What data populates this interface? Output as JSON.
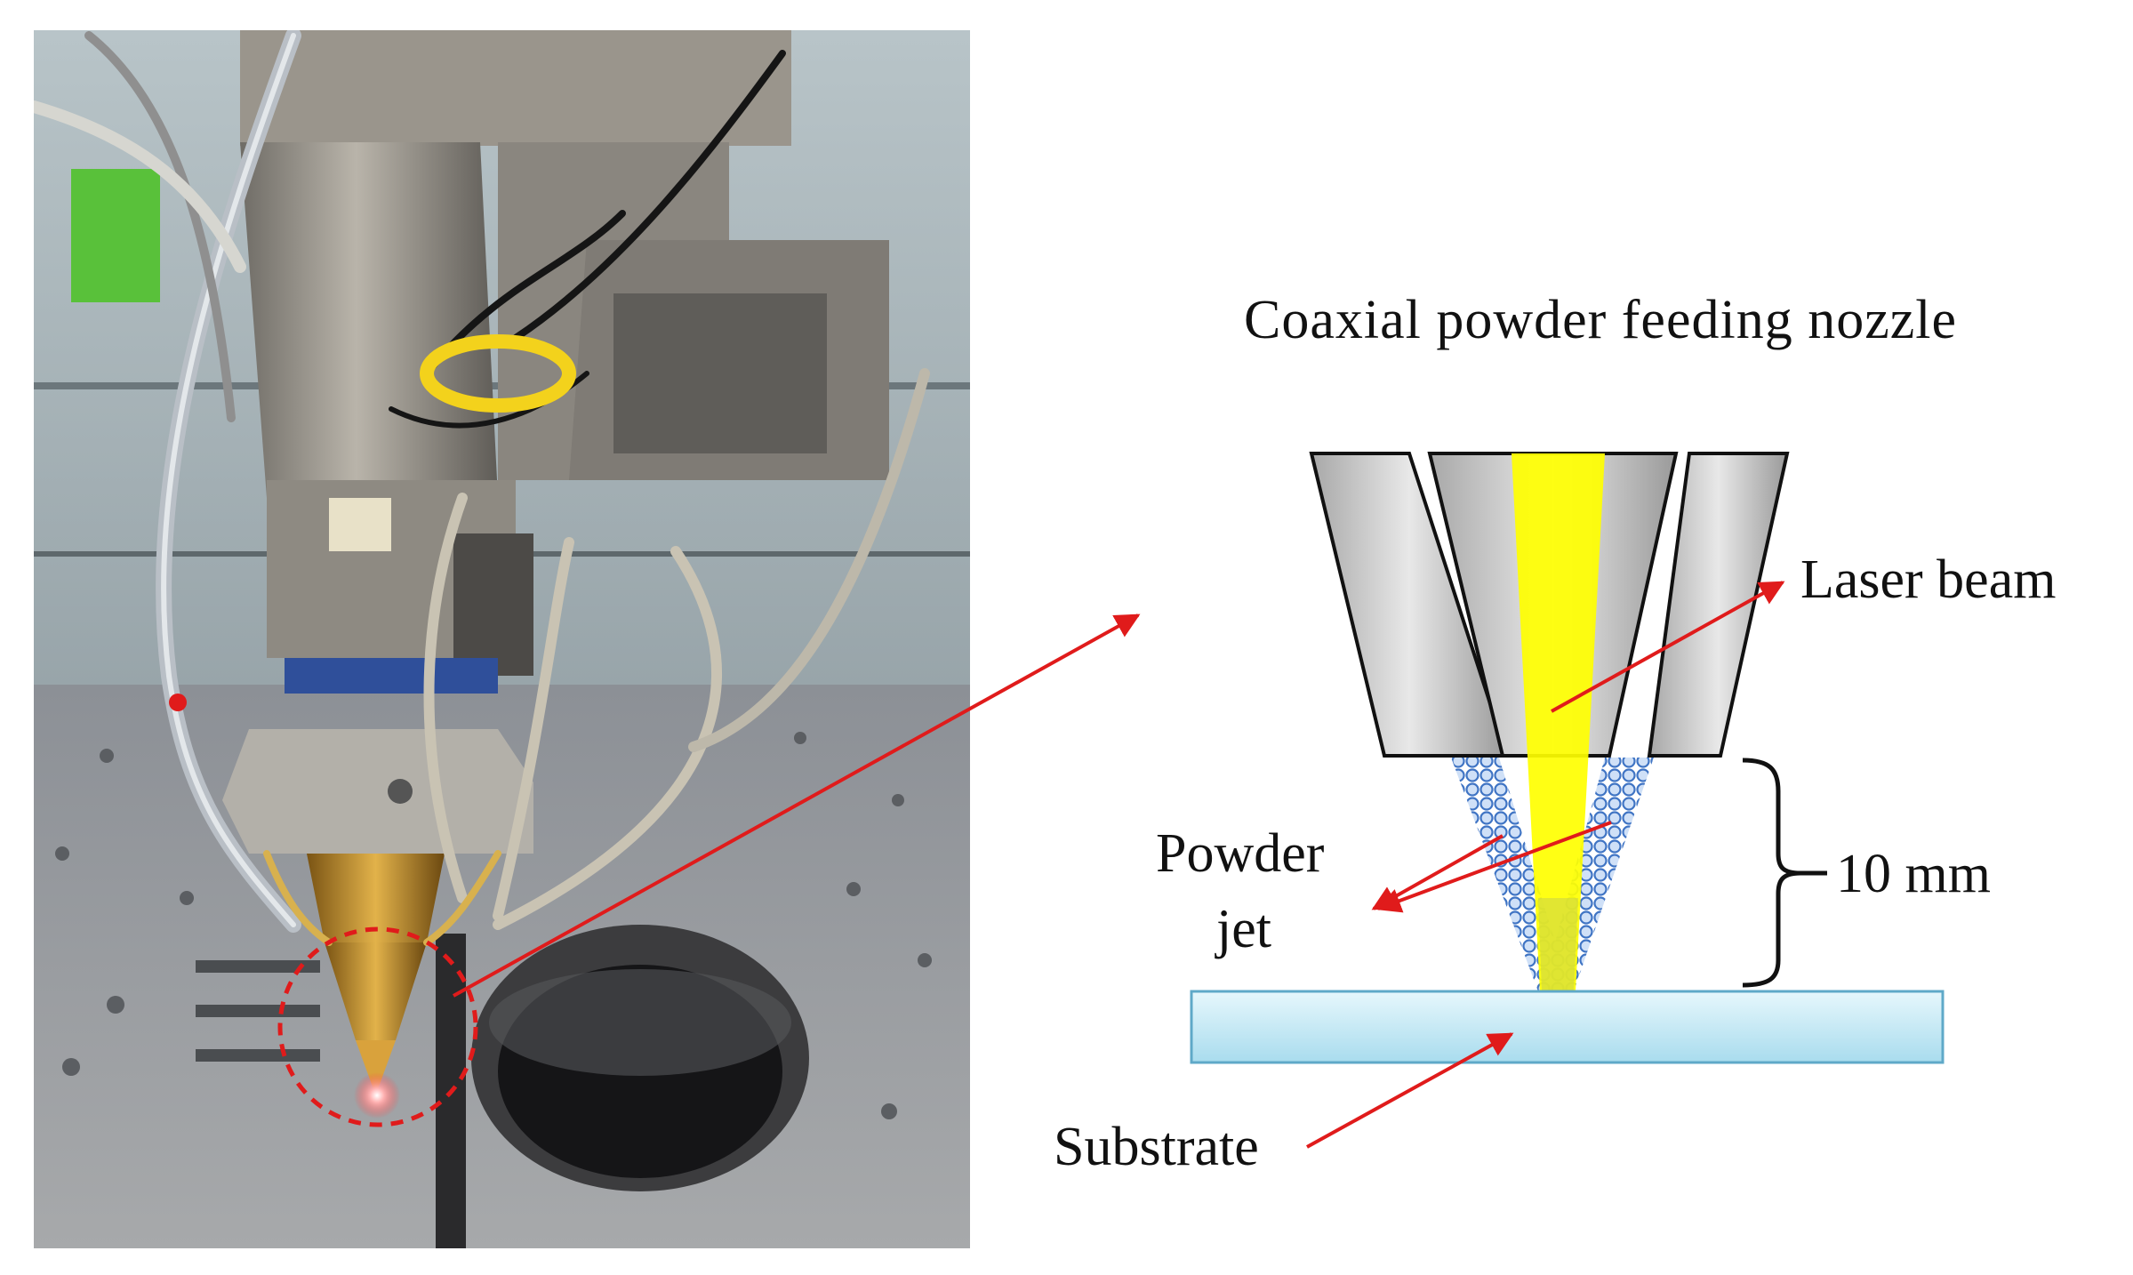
{
  "diagram": {
    "title": "Coaxial powder feeding nozzle",
    "labels": {
      "laser_beam": "Laser beam",
      "powder_line1": "Powder",
      "powder_line2": "jet",
      "distance": "10 mm",
      "substrate": "Substrate"
    },
    "colors": {
      "laser": "#ffff00",
      "nozzle_gray": "#c9c9c9",
      "substrate": "#c8ecf7",
      "powder": "#5b8fd6",
      "arrow": "#e01b1b",
      "machine_metal": "#8f8a80",
      "nozzle_brass": "#c7922f"
    }
  }
}
